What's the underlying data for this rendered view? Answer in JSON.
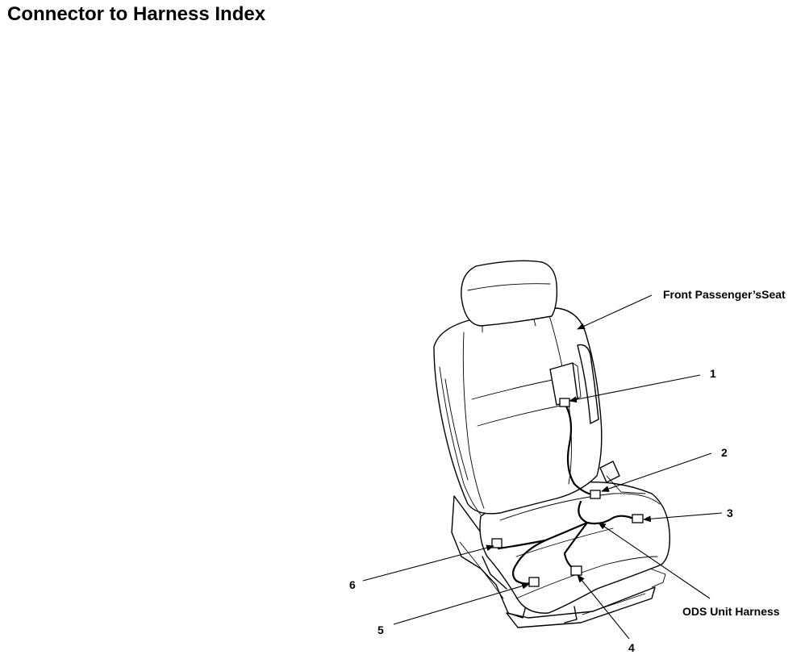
{
  "page": {
    "title": "Connector to Harness Index"
  },
  "diagram": {
    "subject_label": "Front Passenger’sSeat",
    "harness_label": "ODS Unit Harness",
    "connectors": [
      {
        "number": "1"
      },
      {
        "number": "2"
      },
      {
        "number": "3"
      },
      {
        "number": "4"
      },
      {
        "number": "5"
      },
      {
        "number": "6"
      }
    ]
  }
}
